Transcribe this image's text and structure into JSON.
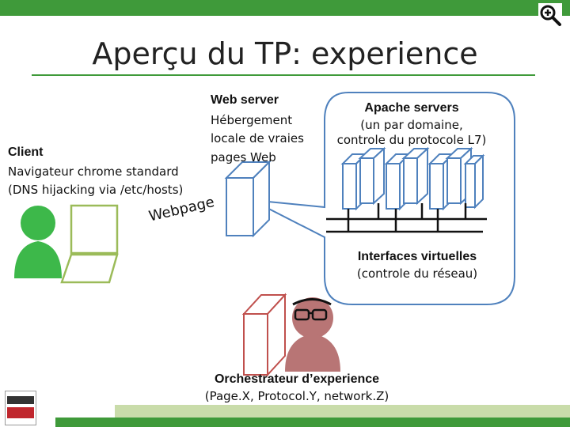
{
  "slide": {
    "title": "Aperçu du TP: experience"
  },
  "client": {
    "heading": "Client",
    "line1": "Navigateur chrome standard",
    "line2": "(DNS hijacking via /etc/hosts)"
  },
  "webserver": {
    "heading": "Web server",
    "line1": "Hébergement",
    "line2": "locale de vraies",
    "line3": "pages Web"
  },
  "webpage_label": "Webpage",
  "apache": {
    "heading": "Apache servers",
    "line1": "(un par domaine,",
    "line2": "controle du protocole L7)"
  },
  "interfaces": {
    "heading": "Interfaces virtuelles",
    "line1": "(controle du réseau)"
  },
  "orchestrator": {
    "heading": "Orchestrateur d’experience",
    "line1": "(Page.X, Protocol.Y, network.Z)"
  },
  "colors": {
    "accent_green": "#3f9a3a",
    "client_green": "#3db84a",
    "laptop_green": "#9bbb59",
    "server_blue": "#4f81bd",
    "orchestrator_red": "#c0504d"
  },
  "icons": {
    "zoom": "zoom-in-icon",
    "client": "person-icon",
    "laptop": "laptop-icon",
    "server": "server-icon",
    "orchestrator": "person-with-glasses-icon"
  }
}
